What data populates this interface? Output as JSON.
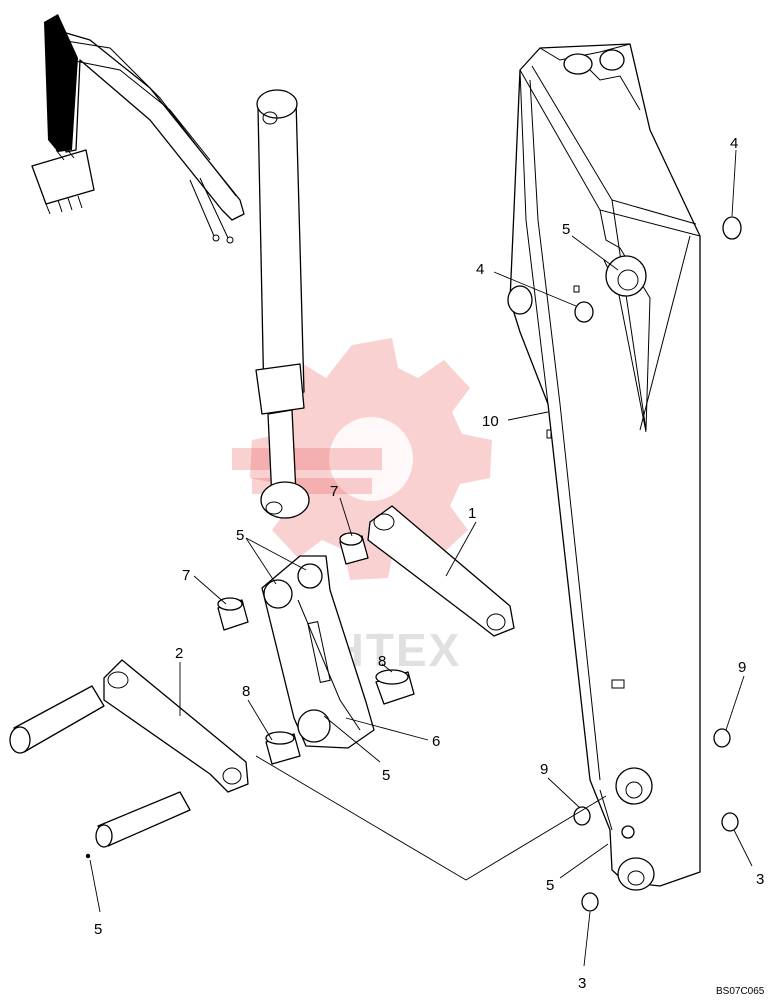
{
  "diagram": {
    "code": "BS07C065",
    "watermark_text": "EHTEX",
    "colors": {
      "line": "#000000",
      "watermark": "#e85a5a",
      "watermark_text": "#c8c8c8"
    },
    "callouts": [
      {
        "id": "callout-1",
        "text": "1"
      },
      {
        "id": "callout-2",
        "text": "2"
      },
      {
        "id": "callout-3a",
        "text": "3"
      },
      {
        "id": "callout-3b",
        "text": "3"
      },
      {
        "id": "callout-4a",
        "text": "4"
      },
      {
        "id": "callout-4b",
        "text": "4"
      },
      {
        "id": "callout-5a",
        "text": "5"
      },
      {
        "id": "callout-5b",
        "text": "5"
      },
      {
        "id": "callout-5c",
        "text": "5"
      },
      {
        "id": "callout-5d",
        "text": "5"
      },
      {
        "id": "callout-5e",
        "text": "5"
      },
      {
        "id": "callout-6",
        "text": "6"
      },
      {
        "id": "callout-7a",
        "text": "7"
      },
      {
        "id": "callout-7b",
        "text": "7"
      },
      {
        "id": "callout-8a",
        "text": "8"
      },
      {
        "id": "callout-8b",
        "text": "8"
      },
      {
        "id": "callout-9a",
        "text": "9"
      },
      {
        "id": "callout-9b",
        "text": "9"
      },
      {
        "id": "callout-10",
        "text": "10"
      }
    ]
  }
}
